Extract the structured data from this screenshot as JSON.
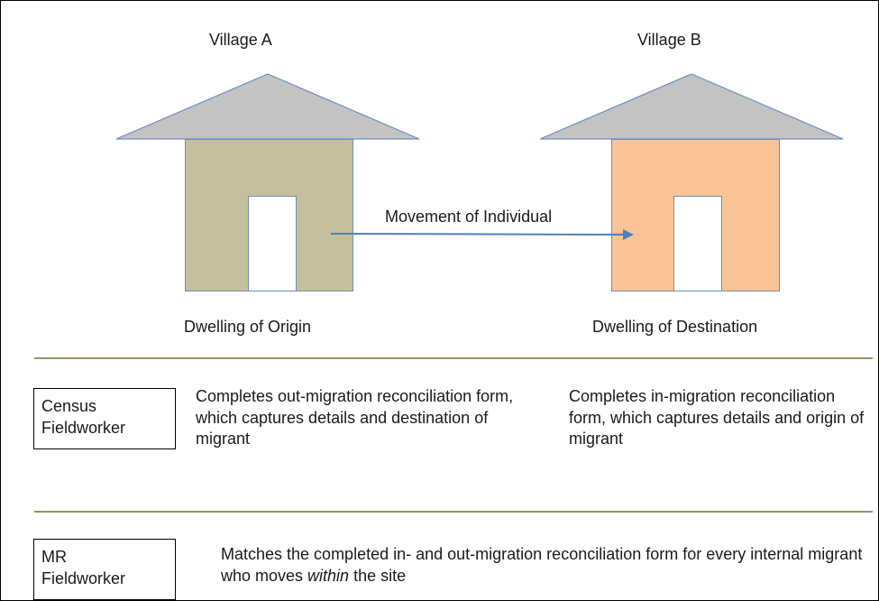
{
  "diagram": {
    "village_a": "Village A",
    "village_b": "Village B",
    "movement_label": "Movement of Individual",
    "origin_label": "Dwelling of Origin",
    "destination_label": "Dwelling of Destination"
  },
  "census": {
    "role_line1": "Census",
    "role_line2": "Fieldworker",
    "origin_text": "Completes out-migration reconciliation form, which captures details and destination of migrant",
    "destination_text": "Completes in-migration reconciliation form, which captures details and origin of migrant"
  },
  "mr": {
    "role_line1": "MR",
    "role_line2": "Fieldworker",
    "text_before": "Matches the completed in- and out-migration reconciliation form for every internal migrant who moves ",
    "text_emphasis": "within",
    "text_after": " the site"
  },
  "colors": {
    "roof": "#c3c3c3",
    "house_origin": "#c4bf9c",
    "house_destination": "#f9c395",
    "arrow": "#4f81bd",
    "rule": "#9c9066"
  }
}
